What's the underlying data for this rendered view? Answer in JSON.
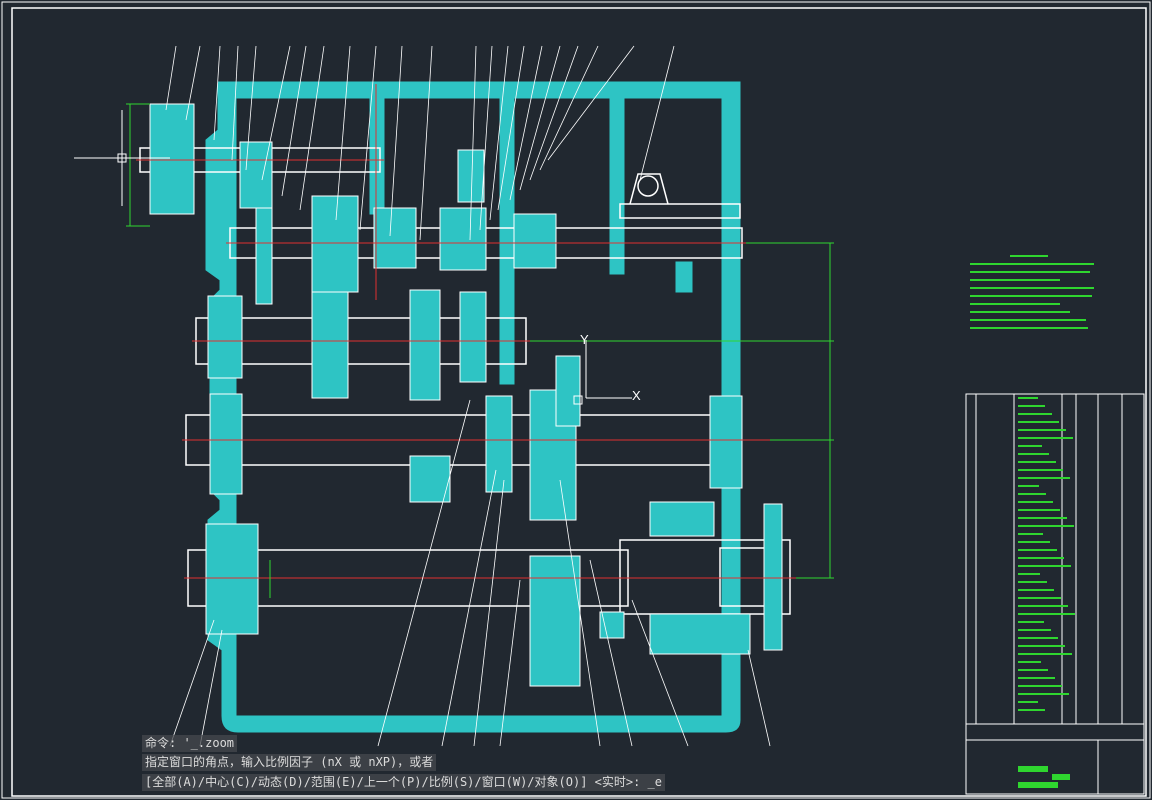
{
  "commandline": {
    "history_1": "命令: '_.zoom",
    "history_2": "指定窗口的角点，输入比例因子 (nX 或 nXP)，或者",
    "prompt": "[全部(A)/中心(C)/动态(D)/范围(E)/上一个(P)/比例(S)/窗口(W)/对象(O)] <实时>: _e"
  },
  "ucs": {
    "y_label": "Y",
    "x_label": "X"
  },
  "colors": {
    "background": "#212830",
    "housing": "#2ec4c4",
    "part": "#ffffff",
    "centerline": "#e03030",
    "dimension": "#2fd62f",
    "leader": "#ffffff"
  }
}
